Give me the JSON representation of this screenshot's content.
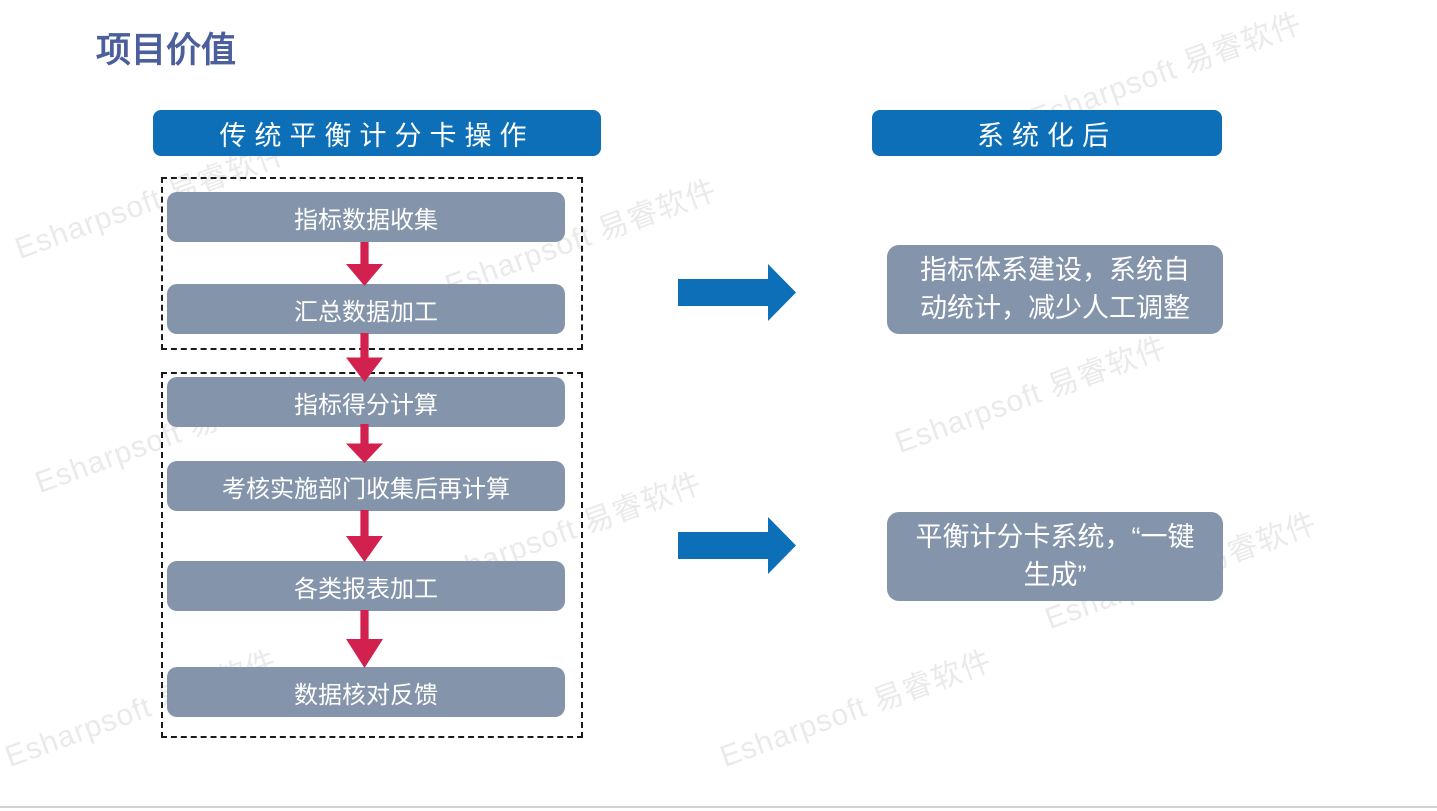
{
  "slide": {
    "title": "项目价值",
    "left_panel": {
      "header": "传统平衡计分卡操作",
      "groups": [
        {
          "steps": [
            "指标数据收集",
            "汇总数据加工"
          ]
        },
        {
          "steps": [
            "指标得分计算",
            "考核实施部门收集后再计算",
            "各类报表加工",
            "数据核对反馈"
          ]
        }
      ]
    },
    "right_panel": {
      "header": "系统化后",
      "results": [
        "指标体系建设，系统自动统计，减少人工调整",
        "平衡计分卡系统，“一键生成”"
      ]
    },
    "watermark": {
      "text": "Esharpsoft 易睿软件"
    },
    "icons": {
      "step_connector": "down-arrow-icon",
      "transformation": "right-arrow-icon"
    },
    "colors": {
      "header_blue": "#0d6fb8",
      "box_gray": "#8494ab",
      "arrow_red": "#d2214e",
      "arrow_blue": "#0d6fb8",
      "title_color": "#4a5f9b",
      "watermark_gray": "#eaeaea"
    }
  }
}
